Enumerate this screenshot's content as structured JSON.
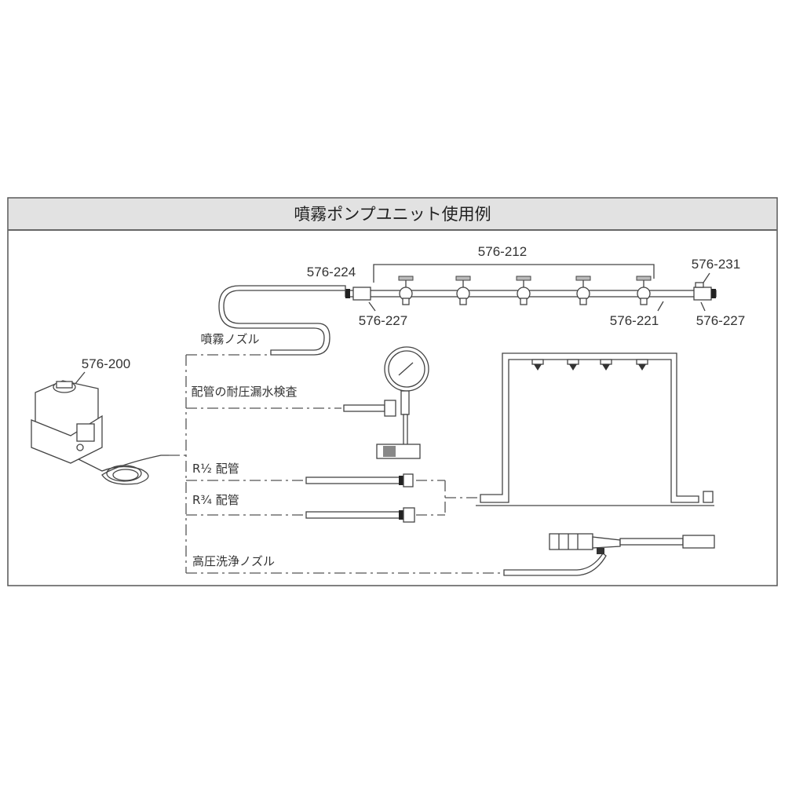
{
  "title": "噴霧ポンプユニット使用例",
  "parts": {
    "header_assembly": "576-212",
    "adapter_left": "576-224",
    "fitting_left": "576-227",
    "pipe": "576-221",
    "fitting_right": "576-227",
    "end_cap": "576-231",
    "pump_unit": "576-200"
  },
  "uses": {
    "mist_nozzle": "噴霧ノズル",
    "pressure_test": "配管の耐圧漏水検査",
    "r_half_pipe": "R½ 配管",
    "r_threequarter_pipe": "R¾ 配管",
    "high_pressure_nozzle": "高圧洗浄ノズル"
  }
}
